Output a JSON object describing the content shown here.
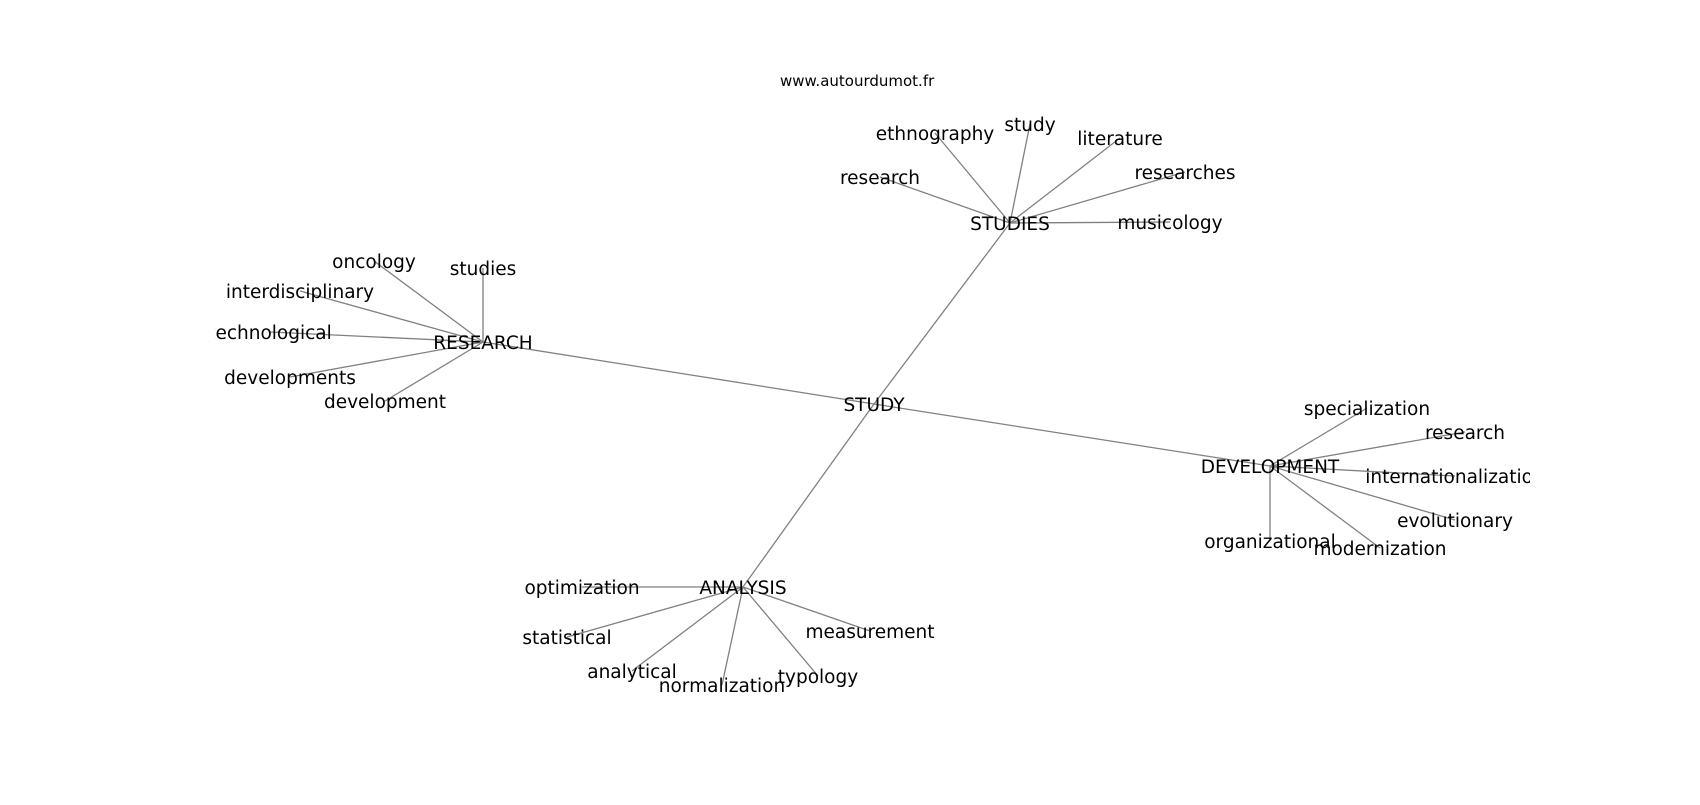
{
  "source": "www.autourdumot.fr",
  "graph": {
    "center": "STUDY",
    "hubs": [
      {
        "label": "STUDIES",
        "leaves": [
          "ethnography",
          "study",
          "literature",
          "researches",
          "research",
          "musicology"
        ]
      },
      {
        "label": "RESEARCH",
        "leaves": [
          "oncology",
          "studies",
          "interdisciplinary",
          "technological",
          "developments",
          "development"
        ]
      },
      {
        "label": "DEVELOPMENT",
        "leaves": [
          "specialization",
          "research",
          "internationalization",
          "evolutionary",
          "organizational",
          "modernization"
        ]
      },
      {
        "label": "ANALYSIS",
        "leaves": [
          "optimization",
          "measurement",
          "statistical",
          "analytical",
          "normalization",
          "typology"
        ]
      }
    ]
  }
}
